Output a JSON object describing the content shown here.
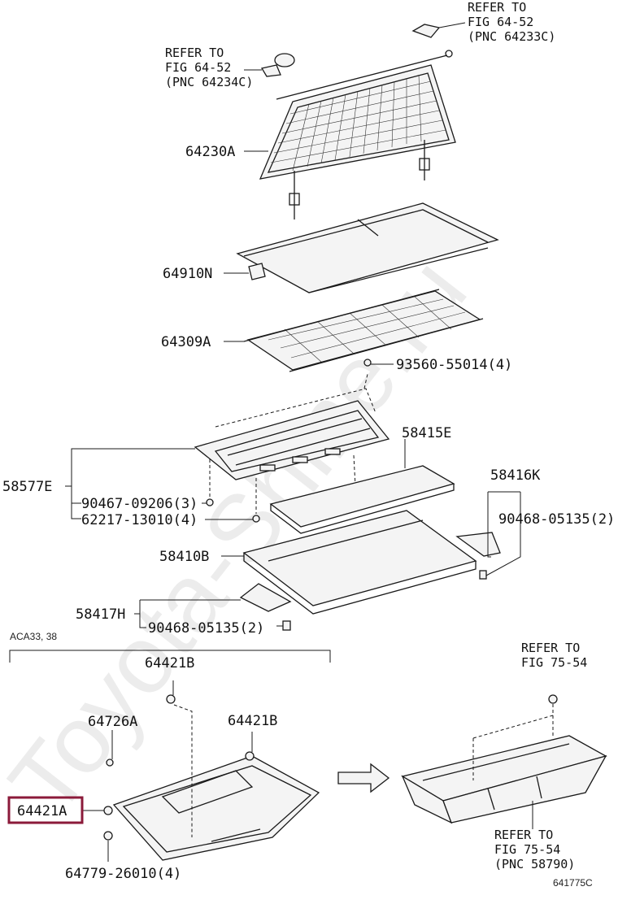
{
  "watermark": "Toyota-Shine.ru",
  "diagram_code": "641775C",
  "variant_note": "ACA33, 38",
  "references": {
    "ref_top_right": [
      "REFER TO",
      "FIG 64-52",
      "(PNC 64233C)"
    ],
    "ref_top_left": [
      "REFER TO",
      "FIG 64-52",
      "(PNC 64234C)"
    ],
    "ref_bottom_right_top": [
      "REFER TO",
      "FIG 75-54"
    ],
    "ref_bottom_right_bottom": [
      "REFER TO",
      "FIG 75-54",
      "(PNC 58790)"
    ]
  },
  "parts": {
    "p64230A": "64230A",
    "p64910N": "64910N",
    "p64309A": "64309A",
    "p93560": "93560-55014(4)",
    "p58415E": "58415E",
    "p58577E": "58577E",
    "p90467": "90467-09206(3)",
    "p62217": "62217-13010(4)",
    "p58416K": "58416K",
    "p90468a": "90468-05135(2)",
    "p58410B": "58410B",
    "p58417H": "58417H",
    "p90468b": "90468-05135(2)",
    "p64421B_top": "64421B",
    "p64726A": "64726A",
    "p64421B_mid": "64421B",
    "p64421A": "64421A",
    "p64779": "64779-26010(4)"
  },
  "highlight_color": "#8b1a3a"
}
